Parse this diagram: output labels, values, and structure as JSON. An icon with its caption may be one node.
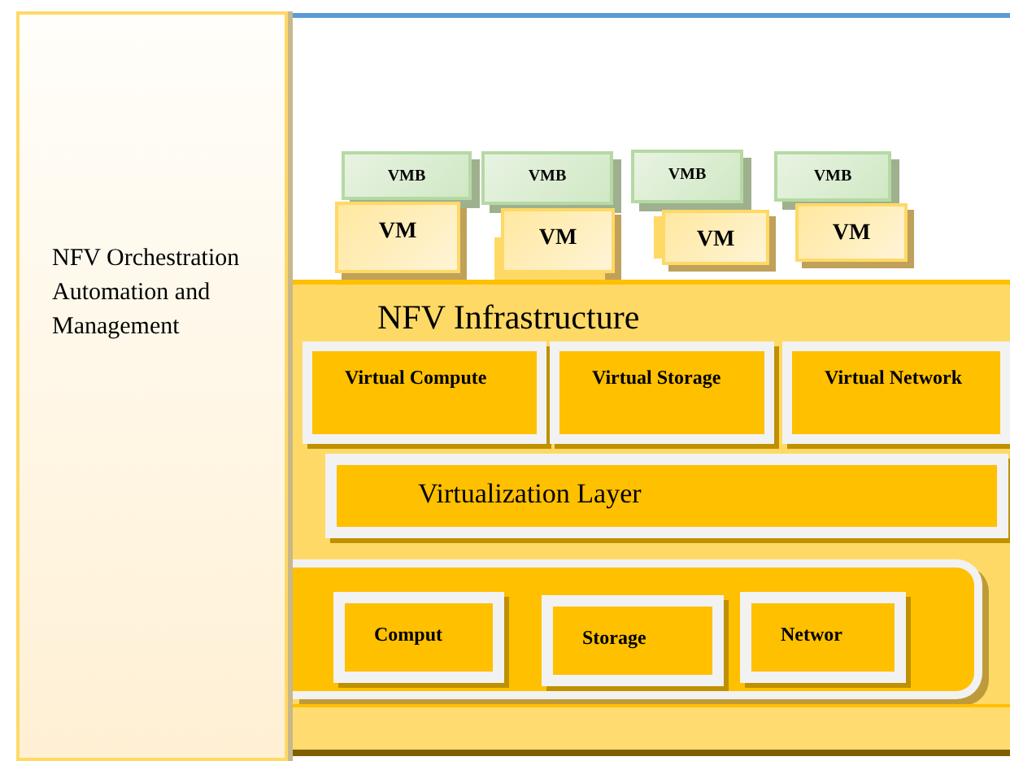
{
  "diagram": {
    "nodes": [
      {
        "text": [
          "NFV Orchestration Automation and Management"
        ]
      },
      {
        "text": [
          "VMB"
        ]
      },
      {
        "text": [
          "VMB"
        ]
      },
      {
        "text": [
          "VMB"
        ]
      },
      {
        "text": [
          "VMB"
        ]
      },
      {
        "text": [
          "VM"
        ]
      },
      {
        "text": [
          "VM"
        ]
      },
      {
        "text": [
          "VM"
        ]
      },
      {
        "text": [
          "VM"
        ]
      },
      {
        "text": [
          "NFV Infrastructure"
        ]
      },
      {
        "text": [
          "Virtual Compute"
        ],
        "in": 9
      },
      {
        "text": [
          "Virtual Storage"
        ],
        "in": 9
      },
      {
        "text": [
          "Virtual Network"
        ],
        "in": 9
      },
      {
        "text": [
          "Virtualization Layer"
        ],
        "in": 9
      },
      {
        "text": [],
        "shape": "box",
        "in": 9
      },
      {
        "text": [
          "Comput"
        ],
        "in": 14
      },
      {
        "text": [
          "Storage"
        ],
        "in": 14
      },
      {
        "text": [
          "Networ"
        ],
        "in": 14
      },
      {
        "text": [],
        "shape": "bar",
        "in": 9
      }
    ],
    "edges": []
  }
}
